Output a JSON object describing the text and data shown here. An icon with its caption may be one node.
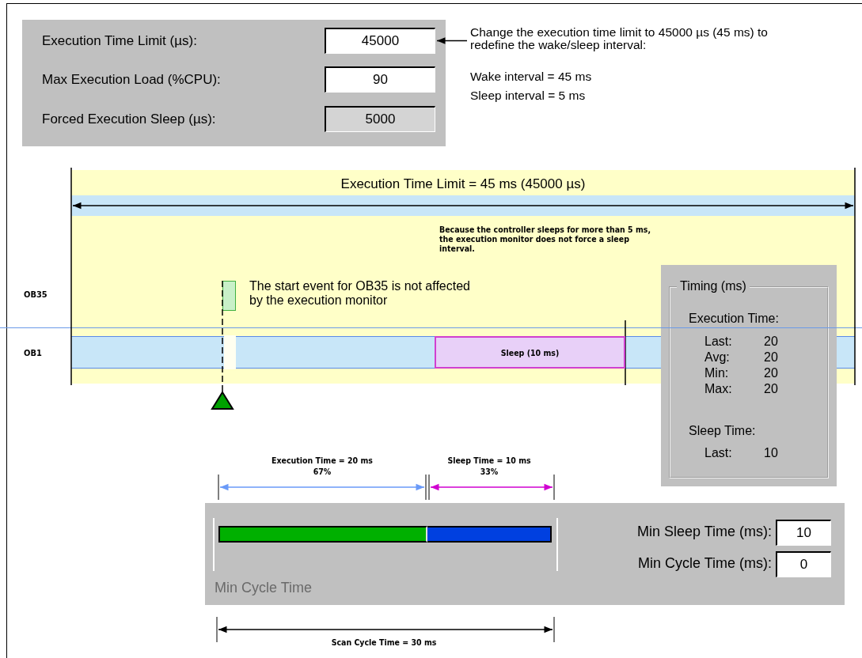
{
  "diagram": {
    "nodes": [
      {
        "text": [
          "45000"
        ]
      },
      {
        "text": [
          "Change the execution time limit to 45000 µs (45 ms) to redefine the wake/sleep interval:"
        ]
      },
      {
        "text": [
          "90"
        ]
      },
      {
        "text": [
          "5000"
        ]
      },
      {
        "text": [
          "Sleep (10 ms)"
        ]
      },
      {
        "text": [
          "10"
        ]
      },
      {
        "text": [
          "0"
        ]
      }
    ],
    "edges": [
      {
        "from": 1,
        "to": 0,
        "arrow": "to"
      }
    ],
    "labels": [
      "Execution Time Limit (µs):",
      "Max Execution Load (%CPU):",
      "Forced Execution Sleep (µs):",
      "Wake interval = 45 ms",
      "Sleep interval = 5 ms",
      "Execution Time Limit = 45 ms (45000 µs)",
      "Because the controller sleeps for more than 5 ms, the execution monitor does not force a sleep interval.",
      "OB35",
      "The start event for OB35 is not affected by the execution monitor",
      "Timing (ms)",
      "OB1",
      "Execution Time:",
      "Last:",
      "20",
      "Avg:",
      "20",
      "Min:",
      "20",
      "Max:",
      "20",
      "Sleep Time:",
      "Last:",
      "10",
      "Execution Time = 20 ms",
      "67%",
      "Sleep Time = 10 ms",
      "33%",
      "Min Sleep Time (ms):",
      "Min Cycle Time (ms):",
      "Min Cycle Time",
      "Scan Cycle Time = 30 ms"
    ]
  }
}
